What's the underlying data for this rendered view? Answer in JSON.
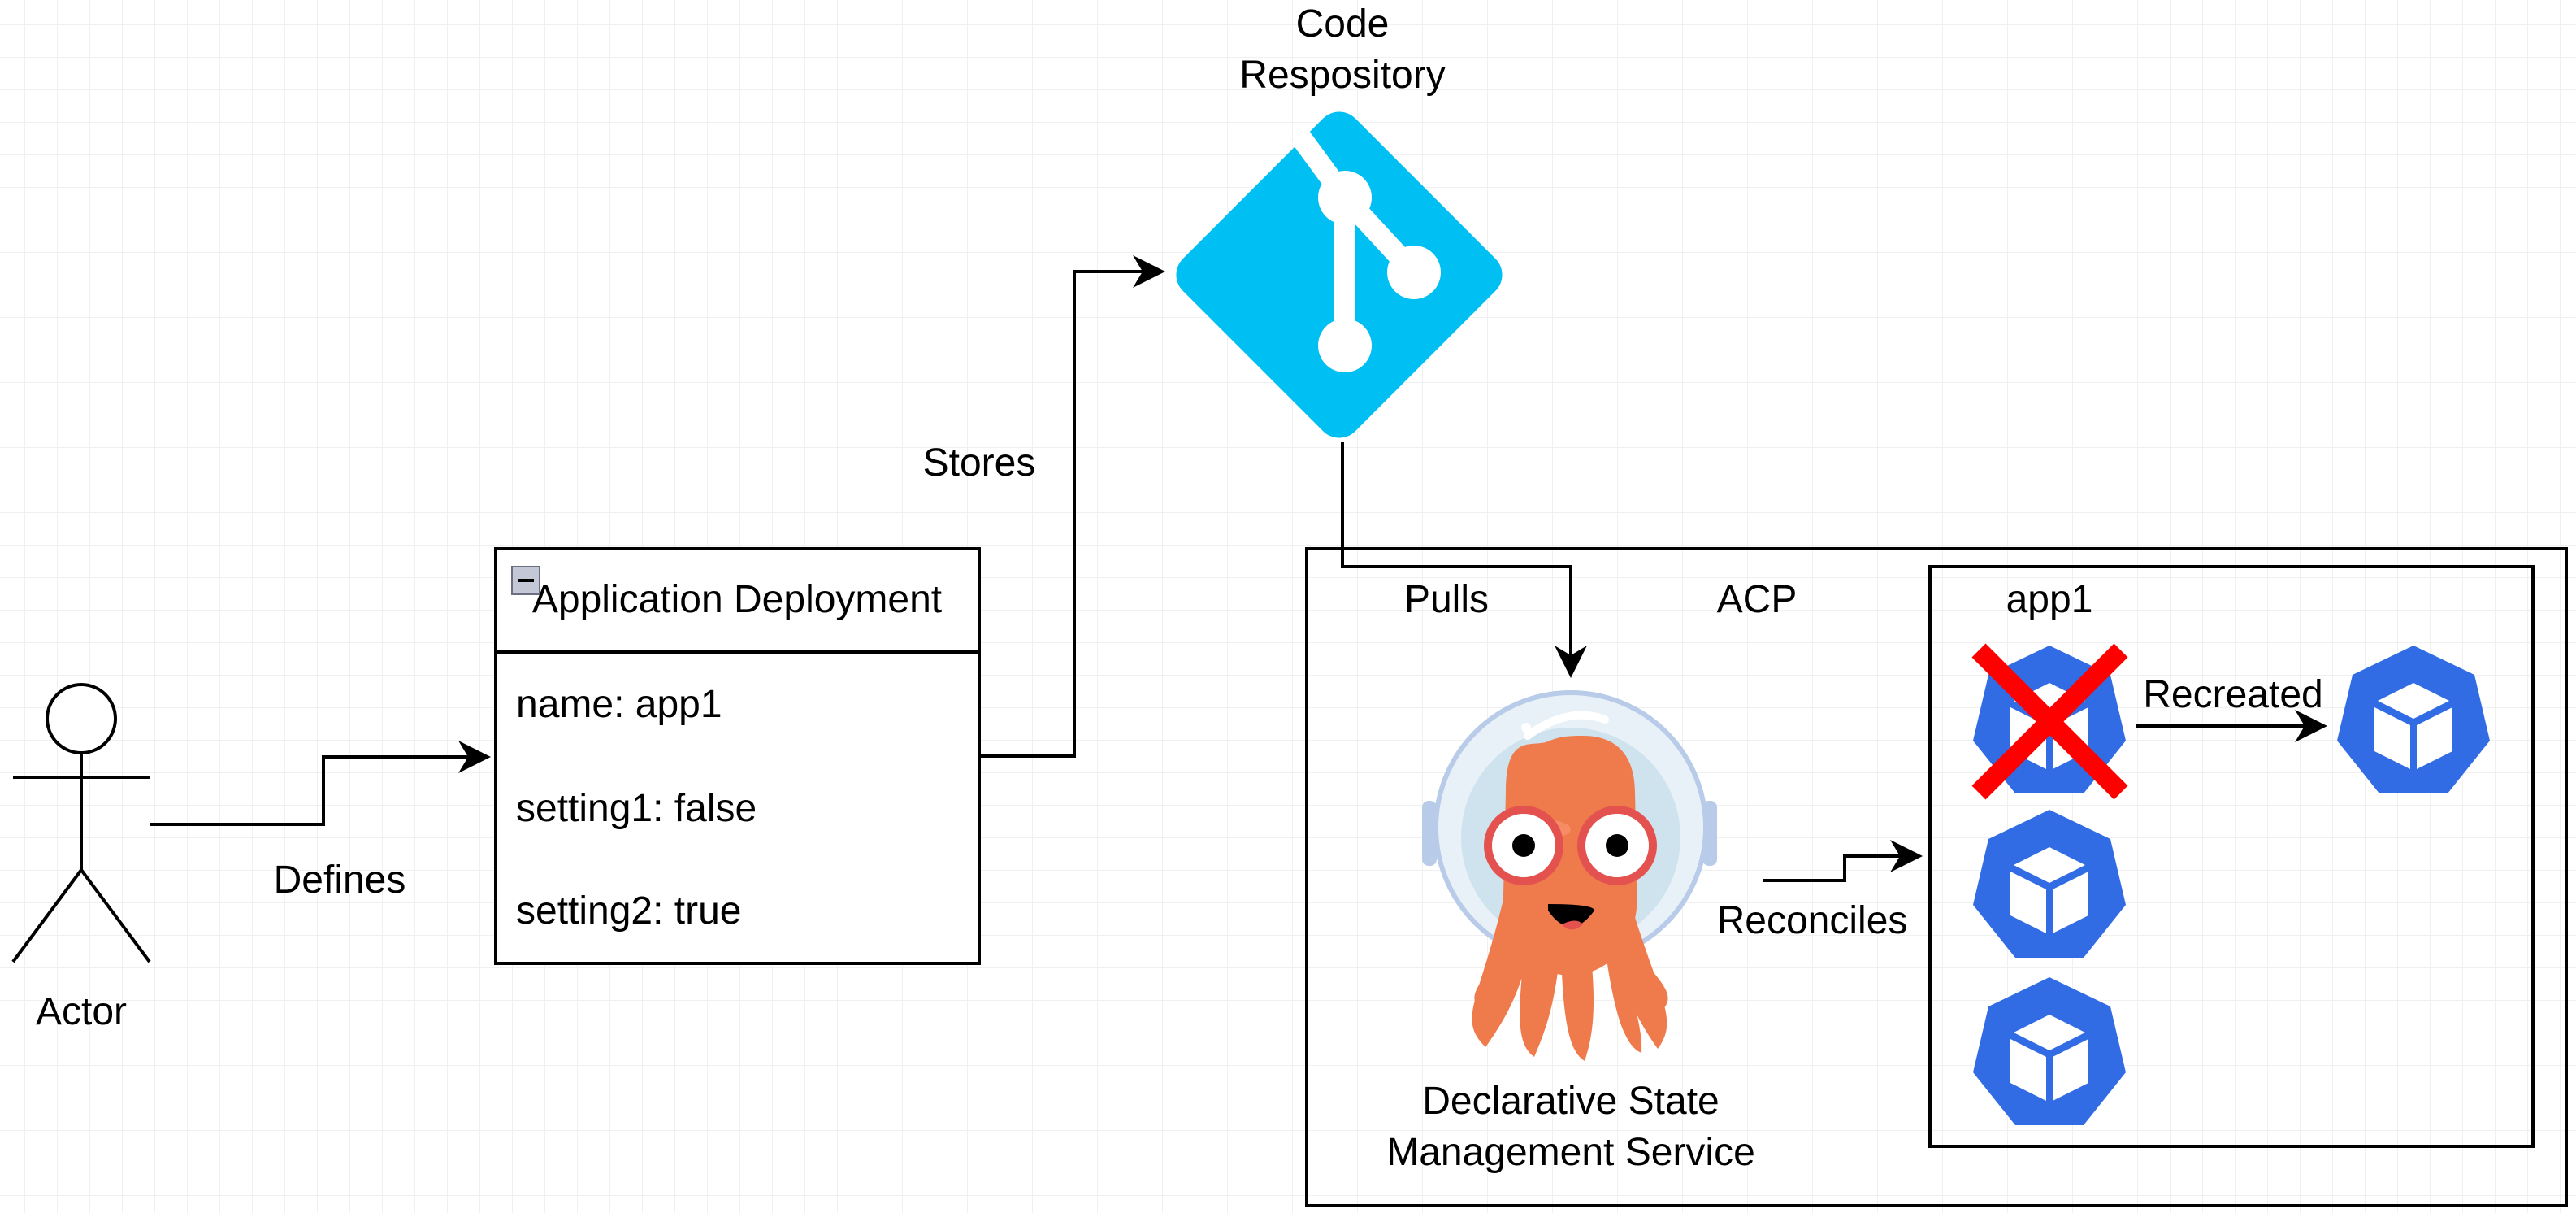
{
  "actor": {
    "label": "Actor"
  },
  "edges": {
    "defines": "Defines",
    "stores": "Stores",
    "pulls": "Pulls",
    "reconciles": "Reconciles",
    "recreated": "Recreated"
  },
  "repository": {
    "label_line1": "Code",
    "label_line2": "Respository",
    "icon": "git-icon",
    "color": "#00BFF3"
  },
  "deployment_card": {
    "title": "Application Deployment",
    "collapse_icon": "collapse-icon",
    "fields": [
      "name: app1",
      "setting1: false",
      "setting2: true"
    ]
  },
  "acp": {
    "label": "ACP",
    "service": {
      "label_line1": "Declarative State",
      "label_line2": "Management Service",
      "icon": "argo-octopus-icon"
    }
  },
  "app1_group": {
    "label": "app1",
    "pod_icon": "kubernetes-pod-icon",
    "pod_color": "#326CE5",
    "failed_marker_color": "#FF0000"
  }
}
